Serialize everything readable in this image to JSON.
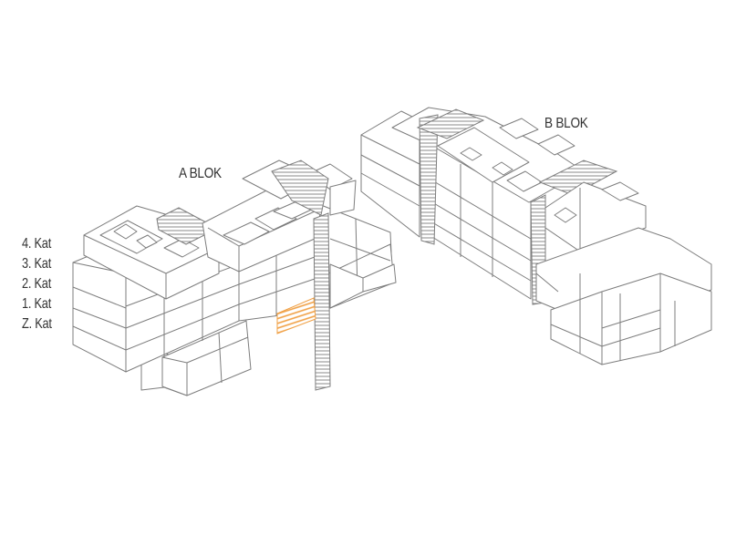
{
  "labels": {
    "block_a": "A BLOK",
    "block_b": "B BLOK"
  },
  "floors": [
    "4. Kat",
    "3. Kat",
    "2. Kat",
    "1. Kat",
    "Z. Kat"
  ],
  "colors": {
    "line": "#7d7d7d",
    "hatch": "#8a8a8a",
    "highlight": "#f0a045",
    "text": "#333333"
  }
}
